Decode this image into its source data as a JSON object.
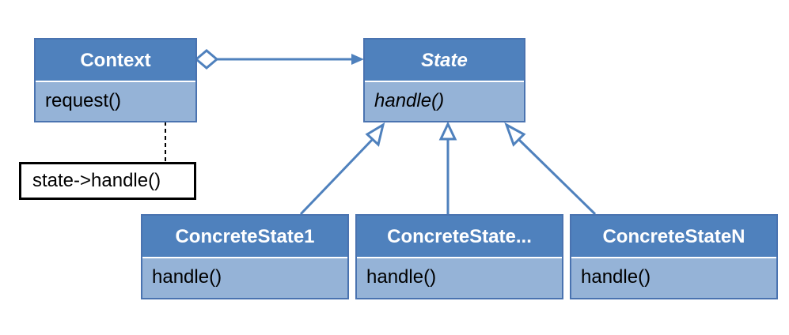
{
  "context": {
    "name": "Context",
    "operation": "request()"
  },
  "state": {
    "name": "State",
    "operation": "handle()"
  },
  "concrete_states": [
    {
      "name": "ConcreteState1",
      "operation": "handle()"
    },
    {
      "name": "ConcreteState...",
      "operation": "handle()"
    },
    {
      "name": "ConcreteStateN",
      "operation": "handle()"
    }
  ],
  "note": {
    "text": "state->handle()"
  },
  "colors": {
    "header_fill": "#4f81bd",
    "body_fill": "#95b3d7",
    "border": "#4a73b0",
    "connector": "#4f81bd"
  }
}
